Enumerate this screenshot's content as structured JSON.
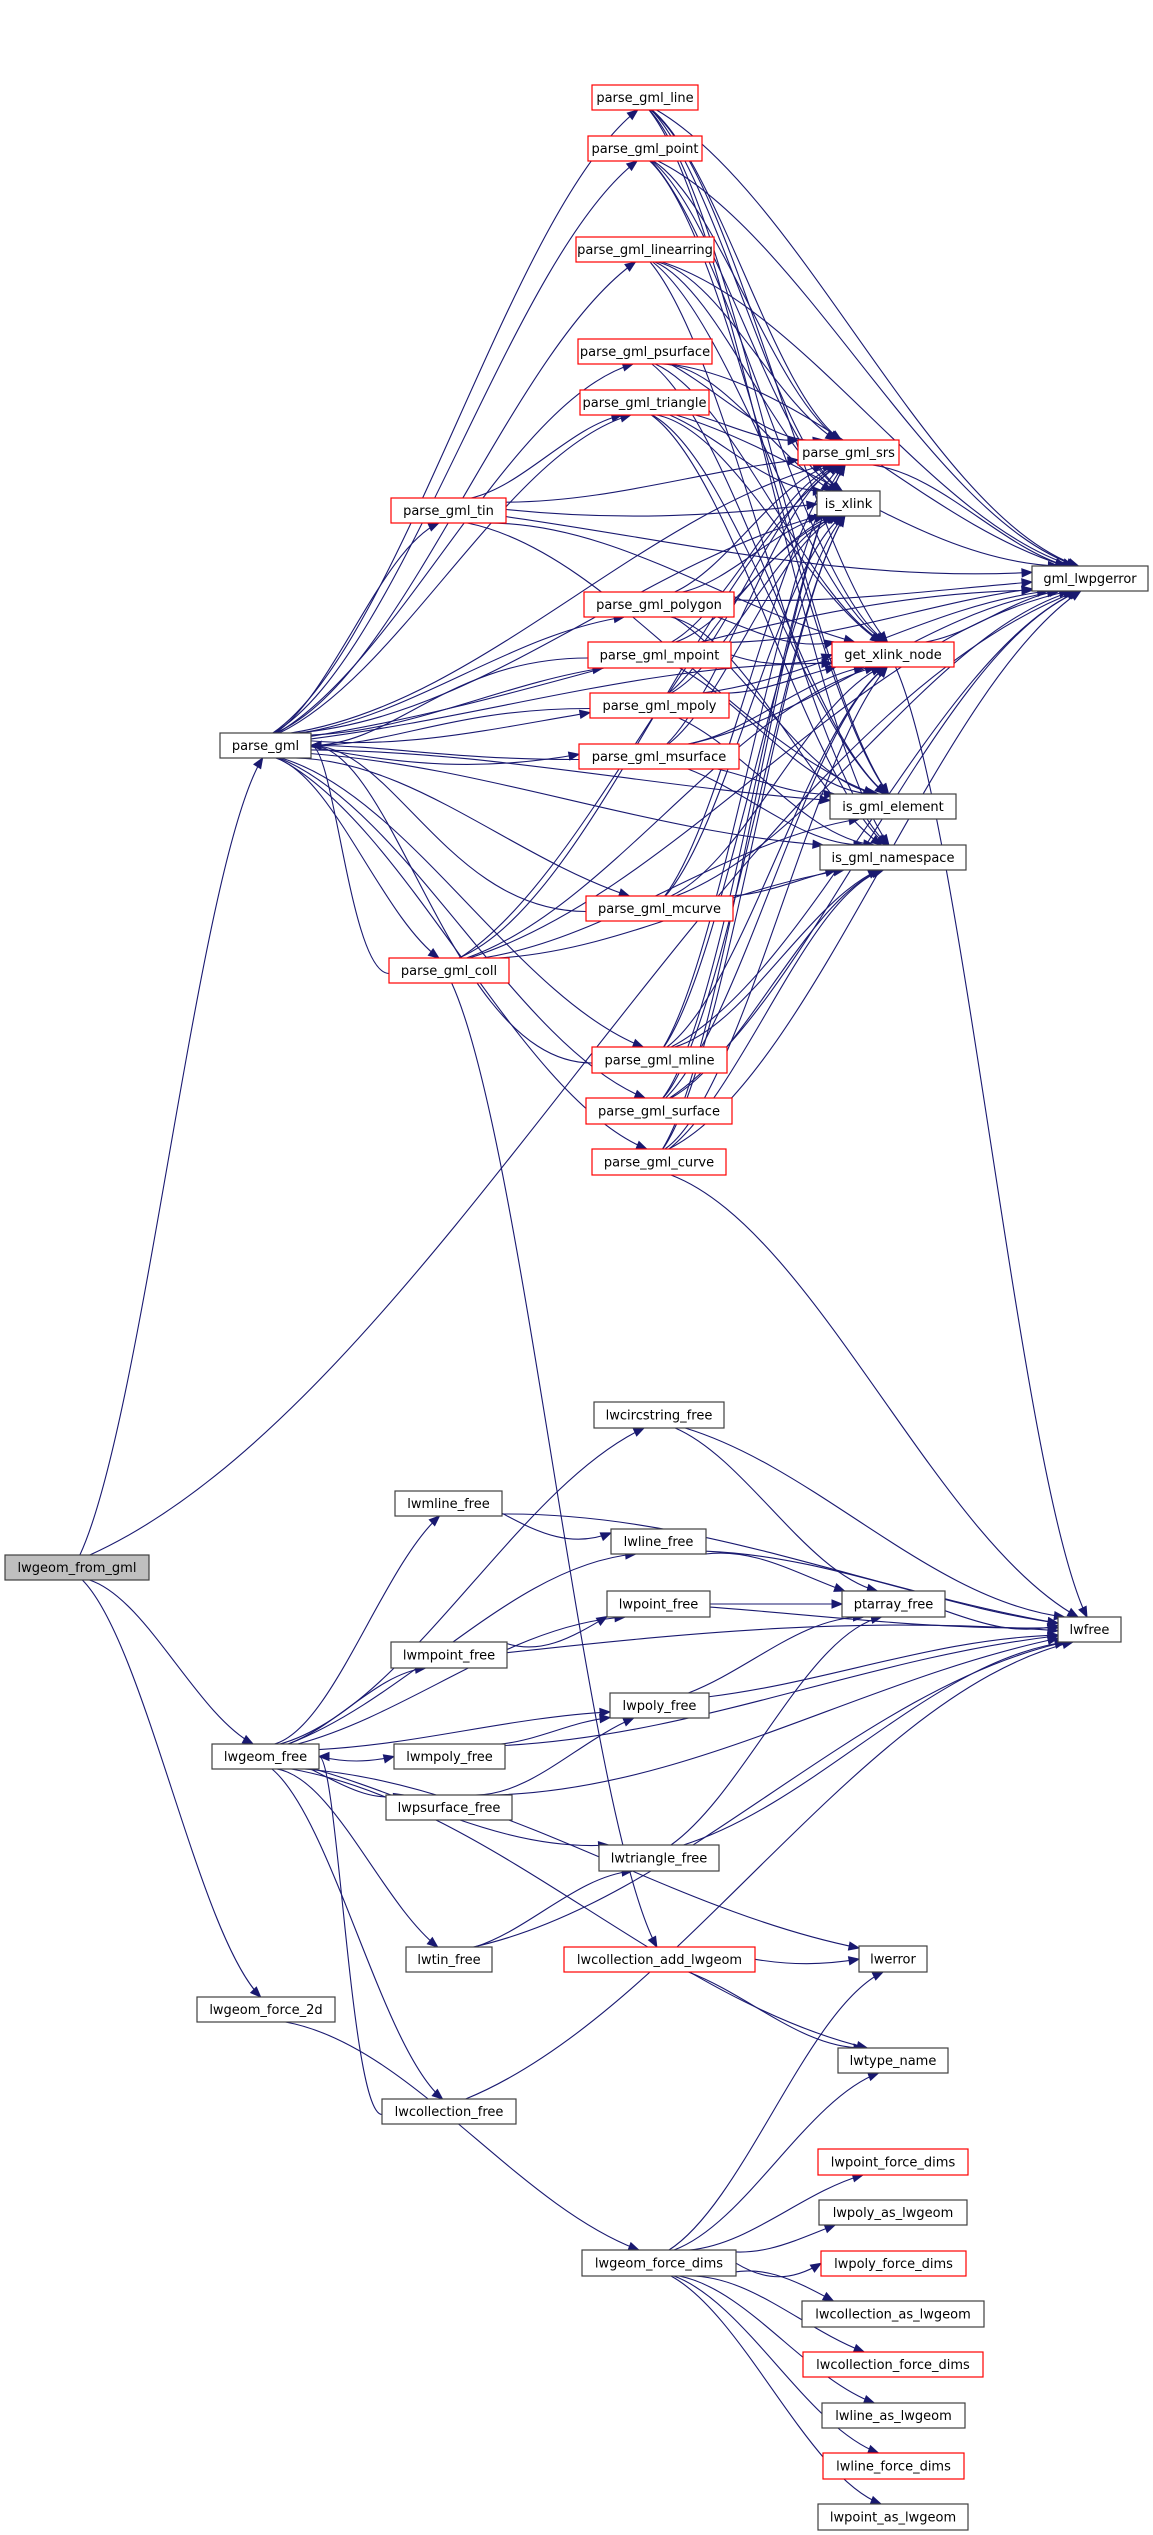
{
  "graph": {
    "title": "lwgeom_from_gml call graph",
    "colors": {
      "edge": "#191970",
      "root_fill": "#bfbfbf",
      "node_fill": "#ffffff",
      "node_border": "#404040",
      "truncated_border": "#ff0000"
    },
    "root": "lwgeom_from_gml",
    "nodes": [
      {
        "id": "lwgeom_from_gml",
        "label": "lwgeom_from_gml",
        "style": "root"
      },
      {
        "id": "parse_gml",
        "label": "parse_gml",
        "style": "normal"
      },
      {
        "id": "parse_gml_line",
        "label": "parse_gml_line",
        "style": "truncated"
      },
      {
        "id": "parse_gml_point",
        "label": "parse_gml_point",
        "style": "truncated"
      },
      {
        "id": "parse_gml_linearring",
        "label": "parse_gml_linearring",
        "style": "truncated"
      },
      {
        "id": "parse_gml_psurface",
        "label": "parse_gml_psurface",
        "style": "truncated"
      },
      {
        "id": "parse_gml_triangle",
        "label": "parse_gml_triangle",
        "style": "truncated"
      },
      {
        "id": "parse_gml_tin",
        "label": "parse_gml_tin",
        "style": "truncated"
      },
      {
        "id": "parse_gml_polygon",
        "label": "parse_gml_polygon",
        "style": "truncated"
      },
      {
        "id": "parse_gml_mpoint",
        "label": "parse_gml_mpoint",
        "style": "truncated"
      },
      {
        "id": "parse_gml_mpoly",
        "label": "parse_gml_mpoly",
        "style": "truncated"
      },
      {
        "id": "parse_gml_msurface",
        "label": "parse_gml_msurface",
        "style": "truncated"
      },
      {
        "id": "parse_gml_mcurve",
        "label": "parse_gml_mcurve",
        "style": "truncated"
      },
      {
        "id": "parse_gml_coll",
        "label": "parse_gml_coll",
        "style": "truncated"
      },
      {
        "id": "parse_gml_mline",
        "label": "parse_gml_mline",
        "style": "truncated"
      },
      {
        "id": "parse_gml_surface",
        "label": "parse_gml_surface",
        "style": "truncated"
      },
      {
        "id": "parse_gml_curve",
        "label": "parse_gml_curve",
        "style": "truncated"
      },
      {
        "id": "parse_gml_srs",
        "label": "parse_gml_srs",
        "style": "truncated"
      },
      {
        "id": "is_xlink",
        "label": "is_xlink",
        "style": "normal"
      },
      {
        "id": "gml_lwpgerror",
        "label": "gml_lwpgerror",
        "style": "normal"
      },
      {
        "id": "get_xlink_node",
        "label": "get_xlink_node",
        "style": "truncated"
      },
      {
        "id": "is_gml_element",
        "label": "is_gml_element",
        "style": "normal"
      },
      {
        "id": "is_gml_namespace",
        "label": "is_gml_namespace",
        "style": "normal"
      },
      {
        "id": "lwcircstring_free",
        "label": "lwcircstring_free",
        "style": "normal"
      },
      {
        "id": "lwmline_free",
        "label": "lwmline_free",
        "style": "normal"
      },
      {
        "id": "lwline_free",
        "label": "lwline_free",
        "style": "normal"
      },
      {
        "id": "lwpoint_free",
        "label": "lwpoint_free",
        "style": "normal"
      },
      {
        "id": "ptarray_free",
        "label": "ptarray_free",
        "style": "normal"
      },
      {
        "id": "lwfree",
        "label": "lwfree",
        "style": "normal"
      },
      {
        "id": "lwmpoint_free",
        "label": "lwmpoint_free",
        "style": "normal"
      },
      {
        "id": "lwgeom_free",
        "label": "lwgeom_free",
        "style": "normal"
      },
      {
        "id": "lwpoly_free",
        "label": "lwpoly_free",
        "style": "normal"
      },
      {
        "id": "lwmpoly_free",
        "label": "lwmpoly_free",
        "style": "normal"
      },
      {
        "id": "lwpsurface_free",
        "label": "lwpsurface_free",
        "style": "normal"
      },
      {
        "id": "lwtriangle_free",
        "label": "lwtriangle_free",
        "style": "normal"
      },
      {
        "id": "lwtin_free",
        "label": "lwtin_free",
        "style": "normal"
      },
      {
        "id": "lwcollection_add_lwgeom",
        "label": "lwcollection_add_lwgeom",
        "style": "truncated"
      },
      {
        "id": "lwerror",
        "label": "lwerror",
        "style": "normal"
      },
      {
        "id": "lwgeom_force_2d",
        "label": "lwgeom_force_2d",
        "style": "normal"
      },
      {
        "id": "lwtype_name",
        "label": "lwtype_name",
        "style": "normal"
      },
      {
        "id": "lwcollection_free",
        "label": "lwcollection_free",
        "style": "normal"
      },
      {
        "id": "lwpoint_force_dims",
        "label": "lwpoint_force_dims",
        "style": "truncated"
      },
      {
        "id": "lwpoly_as_lwgeom",
        "label": "lwpoly_as_lwgeom",
        "style": "normal"
      },
      {
        "id": "lwgeom_force_dims",
        "label": "lwgeom_force_dims",
        "style": "normal"
      },
      {
        "id": "lwpoly_force_dims",
        "label": "lwpoly_force_dims",
        "style": "truncated"
      },
      {
        "id": "lwcollection_as_lwgeom",
        "label": "lwcollection_as_lwgeom",
        "style": "normal"
      },
      {
        "id": "lwcollection_force_dims",
        "label": "lwcollection_force_dims",
        "style": "truncated"
      },
      {
        "id": "lwline_as_lwgeom",
        "label": "lwline_as_lwgeom",
        "style": "normal"
      },
      {
        "id": "lwline_force_dims",
        "label": "lwline_force_dims",
        "style": "truncated"
      },
      {
        "id": "lwpoint_as_lwgeom",
        "label": "lwpoint_as_lwgeom",
        "style": "normal"
      }
    ],
    "edges": [
      [
        "lwgeom_from_gml",
        "parse_gml"
      ],
      [
        "lwgeom_from_gml",
        "gml_lwpgerror"
      ],
      [
        "lwgeom_from_gml",
        "lwgeom_free"
      ],
      [
        "lwgeom_from_gml",
        "lwgeom_force_2d"
      ],
      [
        "parse_gml",
        "parse_gml_line"
      ],
      [
        "parse_gml",
        "parse_gml_point"
      ],
      [
        "parse_gml",
        "parse_gml_linearring"
      ],
      [
        "parse_gml",
        "parse_gml_psurface"
      ],
      [
        "parse_gml",
        "parse_gml_triangle"
      ],
      [
        "parse_gml",
        "parse_gml_tin"
      ],
      [
        "parse_gml",
        "parse_gml_polygon"
      ],
      [
        "parse_gml",
        "parse_gml_mpoint"
      ],
      [
        "parse_gml",
        "parse_gml_mpoly"
      ],
      [
        "parse_gml",
        "parse_gml_msurface"
      ],
      [
        "parse_gml",
        "parse_gml_mcurve"
      ],
      [
        "parse_gml",
        "parse_gml_coll"
      ],
      [
        "parse_gml",
        "parse_gml_mline"
      ],
      [
        "parse_gml",
        "parse_gml_surface"
      ],
      [
        "parse_gml",
        "parse_gml_curve"
      ],
      [
        "parse_gml",
        "parse_gml_srs"
      ],
      [
        "parse_gml",
        "is_xlink"
      ],
      [
        "parse_gml",
        "gml_lwpgerror"
      ],
      [
        "parse_gml",
        "get_xlink_node"
      ],
      [
        "parse_gml",
        "is_gml_element"
      ],
      [
        "parse_gml",
        "is_gml_namespace"
      ],
      [
        "parse_gml_line",
        "parse_gml_srs"
      ],
      [
        "parse_gml_line",
        "is_xlink"
      ],
      [
        "parse_gml_line",
        "gml_lwpgerror"
      ],
      [
        "parse_gml_line",
        "get_xlink_node"
      ],
      [
        "parse_gml_line",
        "is_gml_element"
      ],
      [
        "parse_gml_line",
        "is_gml_namespace"
      ],
      [
        "parse_gml_point",
        "parse_gml_srs"
      ],
      [
        "parse_gml_point",
        "is_xlink"
      ],
      [
        "parse_gml_point",
        "gml_lwpgerror"
      ],
      [
        "parse_gml_point",
        "get_xlink_node"
      ],
      [
        "parse_gml_point",
        "is_gml_element"
      ],
      [
        "parse_gml_linearring",
        "parse_gml_srs"
      ],
      [
        "parse_gml_linearring",
        "is_xlink"
      ],
      [
        "parse_gml_linearring",
        "gml_lwpgerror"
      ],
      [
        "parse_gml_linearring",
        "get_xlink_node"
      ],
      [
        "parse_gml_linearring",
        "is_gml_namespace"
      ],
      [
        "parse_gml_psurface",
        "parse_gml_srs"
      ],
      [
        "parse_gml_psurface",
        "is_xlink"
      ],
      [
        "parse_gml_psurface",
        "gml_lwpgerror"
      ],
      [
        "parse_gml_psurface",
        "get_xlink_node"
      ],
      [
        "parse_gml_psurface",
        "is_gml_element"
      ],
      [
        "parse_gml_triangle",
        "parse_gml_srs"
      ],
      [
        "parse_gml_triangle",
        "is_xlink"
      ],
      [
        "parse_gml_triangle",
        "gml_lwpgerror"
      ],
      [
        "parse_gml_triangle",
        "get_xlink_node"
      ],
      [
        "parse_gml_triangle",
        "is_gml_element"
      ],
      [
        "parse_gml_triangle",
        "is_gml_namespace"
      ],
      [
        "parse_gml_tin",
        "parse_gml_triangle"
      ],
      [
        "parse_gml_tin",
        "parse_gml_srs"
      ],
      [
        "parse_gml_tin",
        "is_xlink"
      ],
      [
        "parse_gml_tin",
        "gml_lwpgerror"
      ],
      [
        "parse_gml_tin",
        "get_xlink_node"
      ],
      [
        "parse_gml_tin",
        "is_gml_element"
      ],
      [
        "parse_gml_polygon",
        "parse_gml_srs"
      ],
      [
        "parse_gml_polygon",
        "is_xlink"
      ],
      [
        "parse_gml_polygon",
        "gml_lwpgerror"
      ],
      [
        "parse_gml_polygon",
        "get_xlink_node"
      ],
      [
        "parse_gml_polygon",
        "is_gml_element"
      ],
      [
        "parse_gml_polygon",
        "is_gml_namespace"
      ],
      [
        "parse_gml_mpoint",
        "parse_gml"
      ],
      [
        "parse_gml_mpoint",
        "parse_gml_srs"
      ],
      [
        "parse_gml_mpoint",
        "is_xlink"
      ],
      [
        "parse_gml_mpoint",
        "gml_lwpgerror"
      ],
      [
        "parse_gml_mpoint",
        "get_xlink_node"
      ],
      [
        "parse_gml_mpoint",
        "is_gml_element"
      ],
      [
        "parse_gml_mpoly",
        "parse_gml"
      ],
      [
        "parse_gml_mpoly",
        "parse_gml_srs"
      ],
      [
        "parse_gml_mpoly",
        "is_xlink"
      ],
      [
        "parse_gml_mpoly",
        "gml_lwpgerror"
      ],
      [
        "parse_gml_mpoly",
        "get_xlink_node"
      ],
      [
        "parse_gml_mpoly",
        "is_gml_namespace"
      ],
      [
        "parse_gml_msurface",
        "parse_gml"
      ],
      [
        "parse_gml_msurface",
        "parse_gml_srs"
      ],
      [
        "parse_gml_msurface",
        "is_xlink"
      ],
      [
        "parse_gml_msurface",
        "gml_lwpgerror"
      ],
      [
        "parse_gml_msurface",
        "get_xlink_node"
      ],
      [
        "parse_gml_msurface",
        "is_gml_element"
      ],
      [
        "parse_gml_msurface",
        "is_gml_namespace"
      ],
      [
        "parse_gml_mcurve",
        "parse_gml"
      ],
      [
        "parse_gml_mcurve",
        "parse_gml_srs"
      ],
      [
        "parse_gml_mcurve",
        "is_xlink"
      ],
      [
        "parse_gml_mcurve",
        "gml_lwpgerror"
      ],
      [
        "parse_gml_mcurve",
        "get_xlink_node"
      ],
      [
        "parse_gml_mcurve",
        "is_gml_namespace"
      ],
      [
        "parse_gml_coll",
        "parse_gml"
      ],
      [
        "parse_gml_coll",
        "parse_gml_srs"
      ],
      [
        "parse_gml_coll",
        "is_xlink"
      ],
      [
        "parse_gml_coll",
        "gml_lwpgerror"
      ],
      [
        "parse_gml_coll",
        "get_xlink_node"
      ],
      [
        "parse_gml_coll",
        "is_gml_element"
      ],
      [
        "parse_gml_coll",
        "is_gml_namespace"
      ],
      [
        "parse_gml_coll",
        "lwcollection_add_lwgeom"
      ],
      [
        "parse_gml_mline",
        "parse_gml"
      ],
      [
        "parse_gml_mline",
        "parse_gml_srs"
      ],
      [
        "parse_gml_mline",
        "is_xlink"
      ],
      [
        "parse_gml_mline",
        "gml_lwpgerror"
      ],
      [
        "parse_gml_mline",
        "get_xlink_node"
      ],
      [
        "parse_gml_mline",
        "is_gml_namespace"
      ],
      [
        "parse_gml_surface",
        "parse_gml_srs"
      ],
      [
        "parse_gml_surface",
        "is_xlink"
      ],
      [
        "parse_gml_surface",
        "gml_lwpgerror"
      ],
      [
        "parse_gml_surface",
        "get_xlink_node"
      ],
      [
        "parse_gml_surface",
        "is_gml_namespace"
      ],
      [
        "parse_gml_curve",
        "parse_gml_srs"
      ],
      [
        "parse_gml_curve",
        "is_xlink"
      ],
      [
        "parse_gml_curve",
        "gml_lwpgerror"
      ],
      [
        "parse_gml_curve",
        "get_xlink_node"
      ],
      [
        "parse_gml_curve",
        "is_gml_namespace"
      ],
      [
        "parse_gml_curve",
        "lwfree"
      ],
      [
        "parse_gml_srs",
        "gml_lwpgerror"
      ],
      [
        "get_xlink_node",
        "gml_lwpgerror"
      ],
      [
        "get_xlink_node",
        "lwfree"
      ],
      [
        "lwgeom_free",
        "lwcircstring_free"
      ],
      [
        "lwgeom_free",
        "lwmline_free"
      ],
      [
        "lwgeom_free",
        "lwline_free"
      ],
      [
        "lwgeom_free",
        "lwpoint_free"
      ],
      [
        "lwgeom_free",
        "lwmpoint_free"
      ],
      [
        "lwgeom_free",
        "lwpoly_free"
      ],
      [
        "lwgeom_free",
        "lwmpoly_free"
      ],
      [
        "lwgeom_free",
        "lwpsurface_free"
      ],
      [
        "lwgeom_free",
        "lwtriangle_free"
      ],
      [
        "lwgeom_free",
        "lwtin_free"
      ],
      [
        "lwgeom_free",
        "lwerror"
      ],
      [
        "lwgeom_free",
        "lwtype_name"
      ],
      [
        "lwgeom_free",
        "lwcollection_free"
      ],
      [
        "lwcircstring_free",
        "ptarray_free"
      ],
      [
        "lwcircstring_free",
        "lwfree"
      ],
      [
        "lwmline_free",
        "lwline_free"
      ],
      [
        "lwmline_free",
        "lwfree"
      ],
      [
        "lwline_free",
        "ptarray_free"
      ],
      [
        "lwline_free",
        "lwfree"
      ],
      [
        "lwpoint_free",
        "ptarray_free"
      ],
      [
        "lwpoint_free",
        "lwfree"
      ],
      [
        "ptarray_free",
        "lwfree"
      ],
      [
        "lwmpoint_free",
        "lwpoint_free"
      ],
      [
        "lwmpoint_free",
        "lwfree"
      ],
      [
        "lwpoly_free",
        "ptarray_free"
      ],
      [
        "lwpoly_free",
        "lwfree"
      ],
      [
        "lwmpoly_free",
        "lwpoly_free"
      ],
      [
        "lwmpoly_free",
        "lwfree"
      ],
      [
        "lwpsurface_free",
        "lwpoly_free"
      ],
      [
        "lwpsurface_free",
        "lwfree"
      ],
      [
        "lwtriangle_free",
        "ptarray_free"
      ],
      [
        "lwtriangle_free",
        "lwfree"
      ],
      [
        "lwtin_free",
        "lwtriangle_free"
      ],
      [
        "lwtin_free",
        "lwfree"
      ],
      [
        "lwcollection_add_lwgeom",
        "lwerror"
      ],
      [
        "lwcollection_add_lwgeom",
        "lwtype_name"
      ],
      [
        "lwcollection_free",
        "lwgeom_free"
      ],
      [
        "lwcollection_free",
        "lwfree"
      ],
      [
        "lwgeom_force_2d",
        "lwgeom_force_dims"
      ],
      [
        "lwgeom_force_dims",
        "lwerror"
      ],
      [
        "lwgeom_force_dims",
        "lwtype_name"
      ],
      [
        "lwgeom_force_dims",
        "lwpoint_force_dims"
      ],
      [
        "lwgeom_force_dims",
        "lwpoly_as_lwgeom"
      ],
      [
        "lwgeom_force_dims",
        "lwpoly_force_dims"
      ],
      [
        "lwgeom_force_dims",
        "lwcollection_as_lwgeom"
      ],
      [
        "lwgeom_force_dims",
        "lwcollection_force_dims"
      ],
      [
        "lwgeom_force_dims",
        "lwline_as_lwgeom"
      ],
      [
        "lwgeom_force_dims",
        "lwline_force_dims"
      ],
      [
        "lwgeom_force_dims",
        "lwpoint_as_lwgeom"
      ]
    ]
  }
}
